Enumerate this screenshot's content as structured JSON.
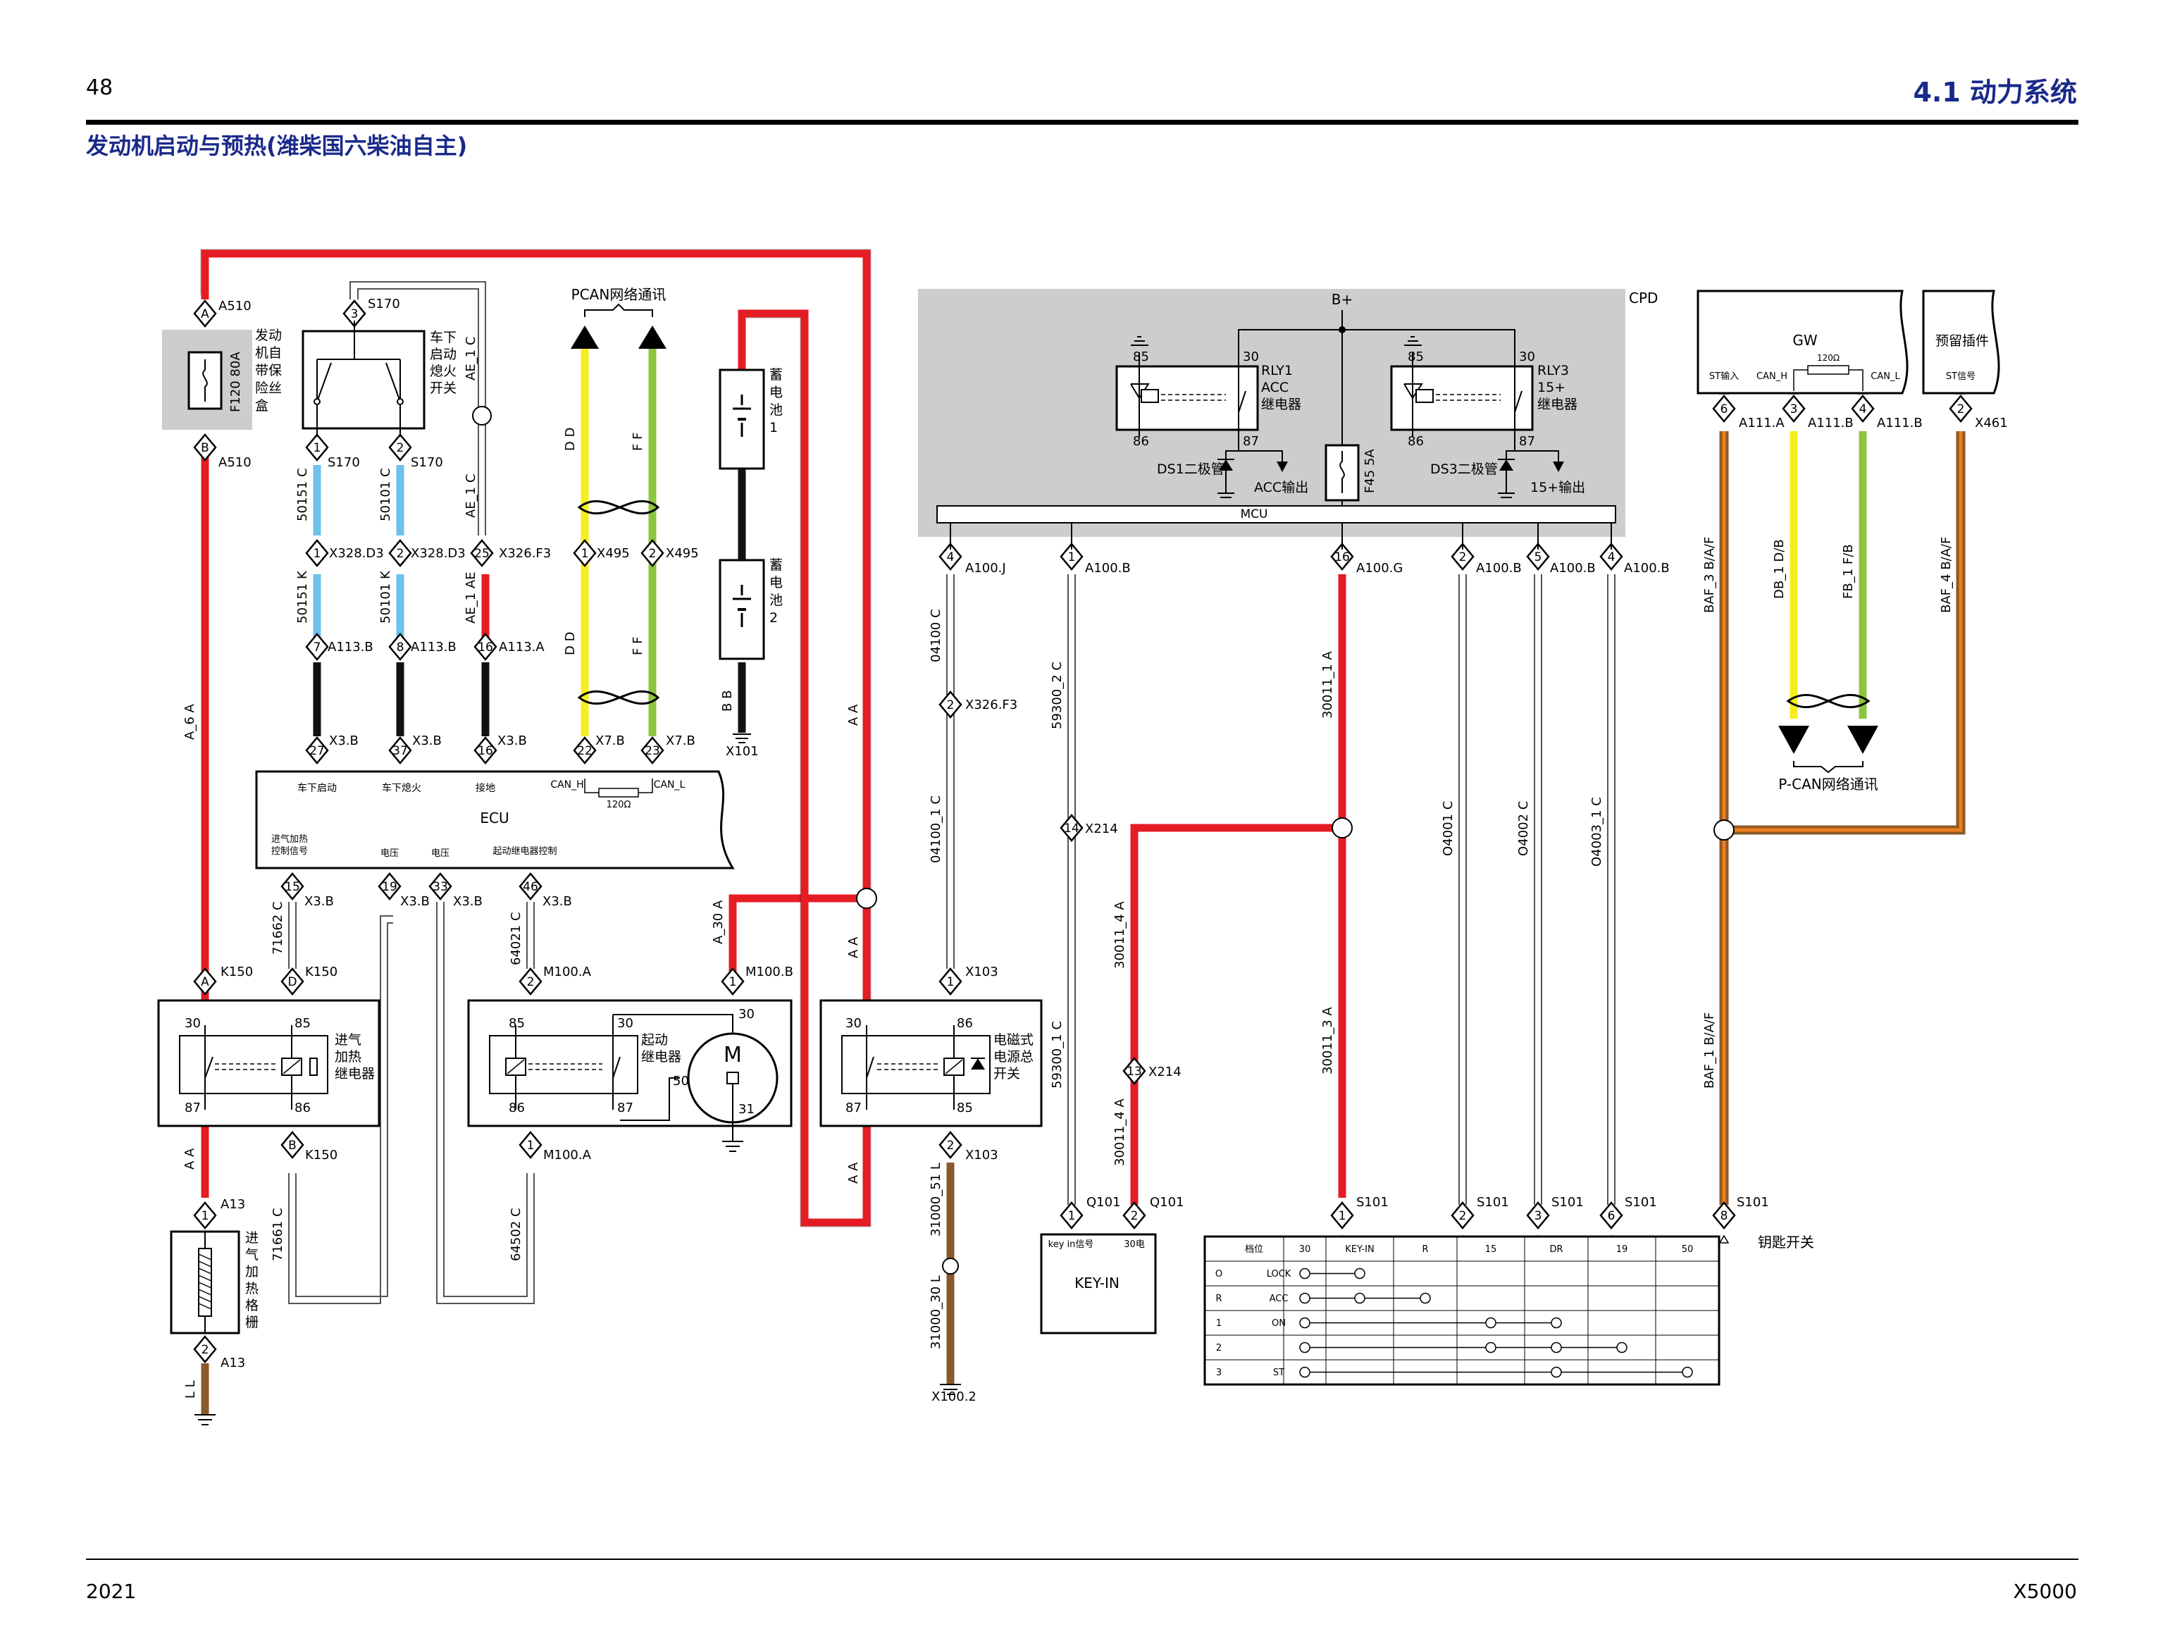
{
  "header": {
    "page_number": "48",
    "section": "4.1 动力系统",
    "title": "发动机启动与预热(潍柴国六柴油自主)"
  },
  "footer": {
    "year": "2021",
    "model": "X5000"
  },
  "colors": {
    "red": "#e51c24",
    "black": "#111111",
    "blue": "#6ec1ea",
    "yellow": "#f5ee1e",
    "green": "#8cc63f",
    "brown": "#8b5a2b",
    "orange": "#f07d1b",
    "gray": "#cdcdcd",
    "navy": "#1a2a8a"
  },
  "fuse_box": {
    "label": "发动\n机自\n带保\n险丝\n盒",
    "fuse": "F120 80A",
    "conn_top": "A510",
    "conn_bot": "A510",
    "pin_top": "A",
    "pin_bot": "B"
  },
  "ignition_switch_relay": {
    "label": "车下\n启动\n熄火\n开关",
    "splice": "S170",
    "pin_top": "3"
  },
  "wires": {
    "a6a": "A_6  A",
    "aa1": "A  A",
    "aa2": "A  A",
    "aa3": "A  A",
    "aa4": "A  A",
    "aa5": "A  A",
    "w50151c": "50151  C",
    "w50151k": "50151  K",
    "w50101c": "50101  C",
    "w50101k": "50101  K",
    "ae1c_top": "AE_1  C",
    "ae1c_mid": "AE_1  C",
    "ae1ae": "AE_1  AE",
    "dd1": "D  D",
    "dd2": "D  D",
    "ff1": "F  F",
    "ff2": "F  F",
    "bb": "B  B",
    "w71662c": "71662  C",
    "w71661c": "71661  C",
    "w64021c": "64021  C",
    "w64502c": "64502  C",
    "a30a": "A_30  A",
    "w04100c": "04100  C",
    "w04100_1c": "04100_1  C",
    "w59300_2c": "59300_2  C",
    "w59300_1c": "59300_1  C",
    "w30011_4a_1": "30011_4  A",
    "w30011_4a_2": "30011_4  A",
    "w30011_1a": "30011_1  A",
    "w30011_3a": "30011_3  A",
    "wo4001c": "O4001  C",
    "wo4002c": "O4002  C",
    "wo4003_1c": "O4003_1  C",
    "w31000_51l": "31000_51  L",
    "w31000_30l": "31000_30  L",
    "ll": "L  L",
    "baf3": "BAF_3  B/A/F",
    "baf4": "BAF_4  B/A/F",
    "baf1": "BAF_1  B/A/F",
    "db1": "DB_1  D/B",
    "fb1": "FB_1  F/B"
  },
  "connectors": {
    "s170a": "S170",
    "s170b": "S170",
    "x328d3a": "X328.D3",
    "x328d3b": "X328.D3",
    "x326f3a": "X326.F3",
    "x495a": "X495",
    "x495b": "X495",
    "a113ba": "A113.B",
    "a113bb": "A113.B",
    "a113a": "A113.A",
    "x3ba": "X3.B",
    "x3bb": "X3.B",
    "x3bc": "X3.B",
    "x7ba": "X7.B",
    "x7bb": "X7.B",
    "x101": "X101",
    "x3bd": "X3.B",
    "x3be": "X3.B",
    "x3bf": "X3.B",
    "x3bg": "X3.B",
    "k150a": "K150",
    "k150b": "K150",
    "k150c": "K150",
    "m100aa": "M100.A",
    "m100ab": "M100.A",
    "m100b": "M100.B",
    "a13a": "A13",
    "a13b": "A13",
    "x103a": "X103",
    "x103b": "X103",
    "x100_2": "X100.2",
    "a100j": "A100.J",
    "a100ba": "A100.B",
    "a100g": "A100.G",
    "a100bb": "A100.B",
    "a100bc": "A100.B",
    "a100bd": "A100.B",
    "x326f3b": "X326.F3",
    "x214a": "X214",
    "x214b": "X214",
    "q101a": "Q101",
    "q101b": "Q101",
    "s101a": "S101",
    "s101b": "S101",
    "s101c": "S101",
    "s101d": "S101",
    "s101e": "S101",
    "a111aa": "A111.A",
    "a111ba": "A111.B",
    "a111bb": "A111.B",
    "x461": "X461"
  },
  "pcan": {
    "title": "PCAN网络通讯"
  },
  "battery1": "蓄\n电\n池\n1",
  "battery2": "蓄\n电\n池\n2",
  "ecu": {
    "label": "ECU",
    "pin_top_labels": [
      "车下启动",
      "车下熄火",
      "接地"
    ],
    "can_h": "CAN_H",
    "can_l": "CAN_L",
    "resistor": "120Ω",
    "pin_bot_labels": [
      "进气加热\n控制信号",
      "电压",
      "电压",
      "起动继电器控制"
    ]
  },
  "relays": {
    "preheat": {
      "label": "进气\n加热\n继电器",
      "pins": [
        "30",
        "85",
        "87",
        "86"
      ]
    },
    "starter": {
      "label": "起动\n继电器",
      "pins": [
        "85",
        "30",
        "86",
        "87",
        "50",
        "31"
      ],
      "motor": "M"
    },
    "main_switch": {
      "label": "电磁式\n电源总\n开关",
      "pins": [
        "30",
        "86",
        "87",
        "85"
      ]
    }
  },
  "grid_heater": "进\n气\n加\n热\n格\n栅",
  "cpd": {
    "label": "CPD",
    "bplus": "B+",
    "mcu": "MCU",
    "rly1": "RLY1\nACC\n继电器",
    "rly3": "RLY3\n15+\n继电器",
    "ds1": "DS1二极管",
    "ds3": "DS3二极管",
    "acc_out": "ACC输出",
    "out15": "15+输出",
    "fuse": "F45  5A",
    "pins": [
      "85",
      "30",
      "86",
      "87"
    ]
  },
  "keyin": {
    "label": "KEY-IN",
    "pin1": "key  in信号",
    "pin2": "30电"
  },
  "key_switch": {
    "title": "钥匙开关",
    "columns": [
      "档位",
      "30",
      "KEY-IN",
      "R",
      "15",
      "DR",
      "19",
      "50"
    ],
    "rows": [
      [
        "O",
        "LOCK"
      ],
      [
        "R",
        "ACC"
      ],
      [
        "1",
        "ON"
      ],
      [
        "2",
        ""
      ],
      [
        "3",
        "ST"
      ]
    ]
  },
  "gw": {
    "label": "GW",
    "st_in": "ST输入",
    "can_h": "CAN_H",
    "can_l": "CAN_L",
    "resistor": "120Ω"
  },
  "spare": {
    "label": "预留插件",
    "st_sig": "ST信号"
  },
  "pcan2": {
    "title": "P-CAN网络通讯"
  },
  "pins": {
    "p_a510a": "A",
    "p_a510b": "B",
    "p_s170": "3",
    "p1": "1",
    "p2": "2",
    "p25": "25",
    "p7": "7",
    "p8": "8",
    "p16": "16",
    "p27": "27",
    "p37": "37",
    "p22": "22",
    "p23": "23",
    "p15": "15",
    "p19": "19",
    "p33": "33",
    "p46": "46",
    "p4": "4",
    "p14": "14",
    "p13": "13",
    "p5": "5",
    "p6": "6",
    "p3": "3",
    "pA": "A",
    "pB": "B",
    "pD": "D"
  }
}
